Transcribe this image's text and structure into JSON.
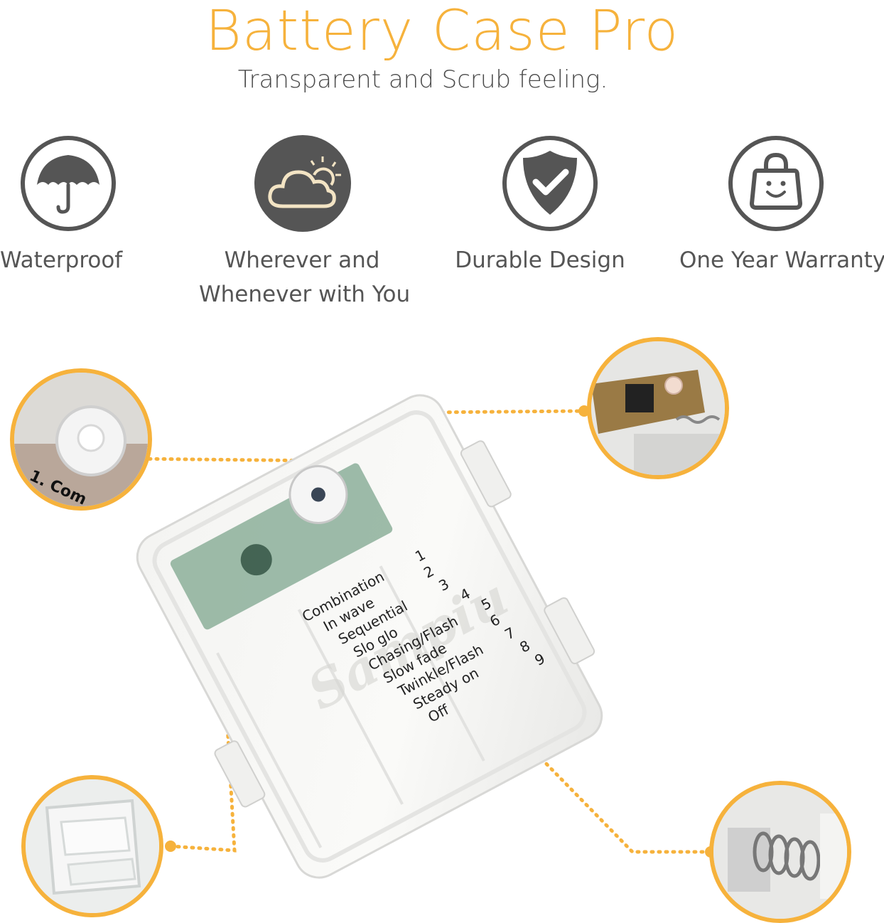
{
  "header": {
    "title": "Battery Case Pro",
    "subtitle": "Transparent and Scrub feeling."
  },
  "features": [
    {
      "icon": "umbrella-icon",
      "label_line1": "Waterproof",
      "label_line2": ""
    },
    {
      "icon": "cloud-sun-icon",
      "label_line1": "Wherever and",
      "label_line2": "Whenever with You"
    },
    {
      "icon": "shield-check-icon",
      "label_line1": "Durable Design",
      "label_line2": ""
    },
    {
      "icon": "shopping-bag-icon",
      "label_line1": "One Year Warranty",
      "label_line2": ""
    }
  ],
  "product": {
    "watermark": "Sampiu",
    "modes": [
      {
        "name": "Combination",
        "number": "1"
      },
      {
        "name": "In wave",
        "number": "2"
      },
      {
        "name": "Sequential",
        "number": "3"
      },
      {
        "name": "Slo glo",
        "number": "4"
      },
      {
        "name": "Chasing/Flash",
        "number": "5"
      },
      {
        "name": "Slow fade",
        "number": "6"
      },
      {
        "name": "Twinkle/Flash",
        "number": "7"
      },
      {
        "name": "Steady on",
        "number": "8"
      },
      {
        "name": "Off",
        "number": "9"
      }
    ],
    "detail_label": "1. Com"
  },
  "colors": {
    "accent": "#f6b23c",
    "icon_dark": "#555555",
    "text": "#555555"
  }
}
